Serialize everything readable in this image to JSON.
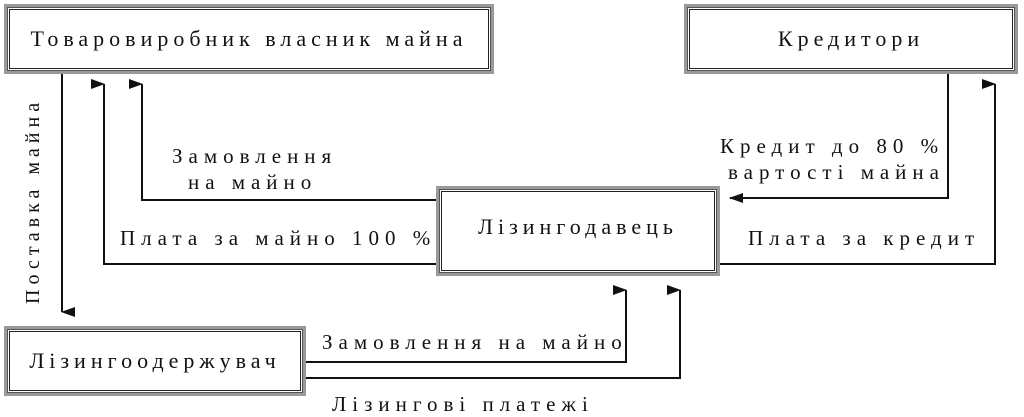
{
  "boxes": {
    "producer": "Товаровиробник  власник майна",
    "creditors": "Кредитори",
    "lessor": "Лізингодавець",
    "lessee": "Лізингоодержувач"
  },
  "labels": {
    "order_property_line1": "Замовлення",
    "order_property_line2": "на майно",
    "payment_100": "Плата за майно 100 %",
    "credit_line1": "Кредит до 80 %",
    "credit_line2": "вартості майна",
    "credit_payment": "Плата за кредит",
    "property_delivery": "Поставка майна",
    "lessee_order": "Замовлення на майно",
    "leasing_payments": "Лізингові платежі"
  }
}
